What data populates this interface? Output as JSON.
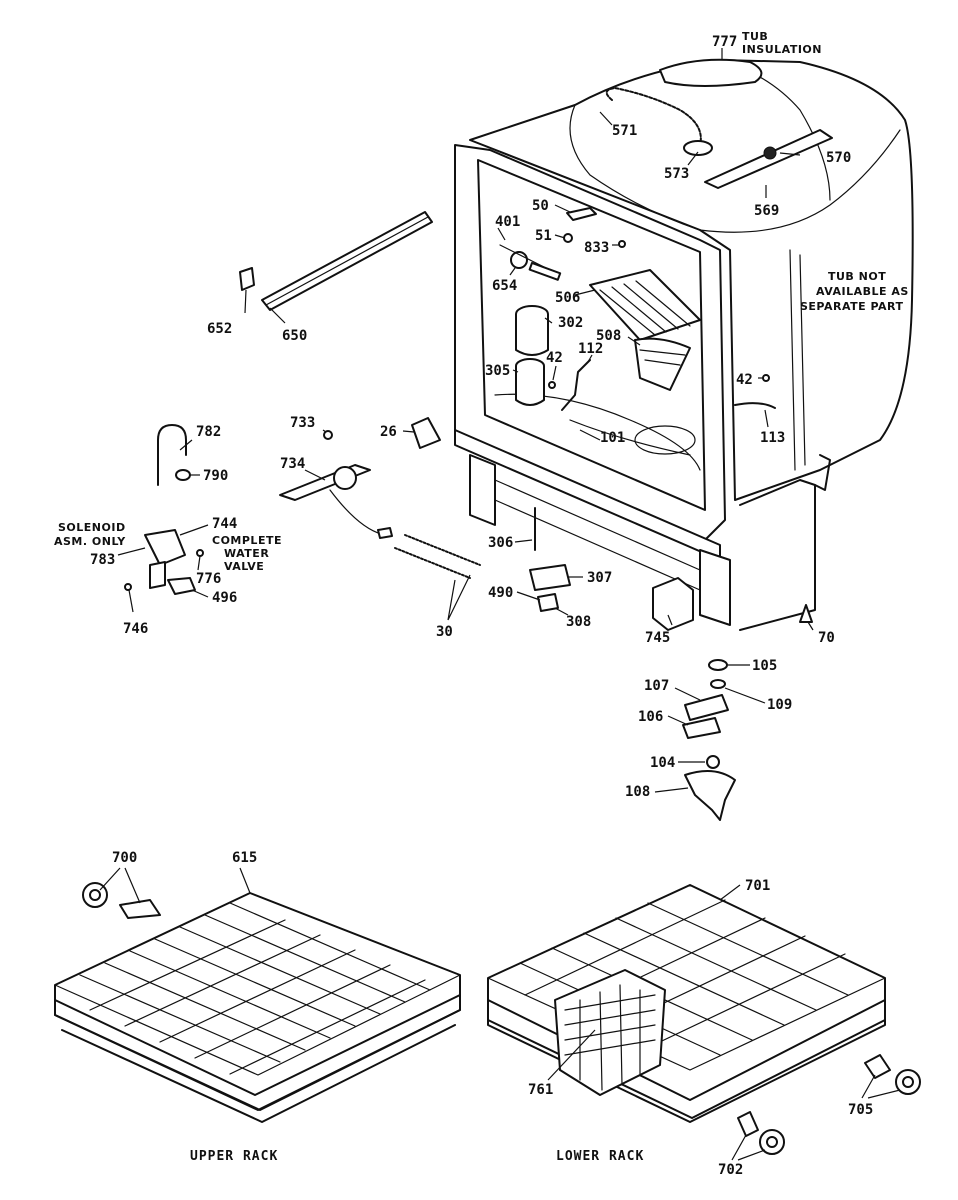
{
  "colors": {
    "ink": "#111111",
    "paper": "#ffffff"
  },
  "callouts": [
    "777",
    "571",
    "573",
    "570",
    "569",
    "50",
    "401",
    "51",
    "833",
    "654",
    "506",
    "302",
    "508",
    "112",
    "42",
    "305",
    "101",
    "42",
    "113",
    "652",
    "650",
    "26",
    "733",
    "782",
    "734",
    "790",
    "744",
    "783",
    "776",
    "496",
    "746",
    "30",
    "306",
    "307",
    "490",
    "308",
    "745",
    "70",
    "105",
    "107",
    "109",
    "106",
    "104",
    "108",
    "700",
    "615",
    "701",
    "761",
    "705",
    "702"
  ],
  "notes": {
    "tub_insulation": [
      "TUB",
      "INSULATION"
    ],
    "tub_not_available": [
      "TUB NOT",
      "AVAILABLE AS",
      "SEPARATE PART"
    ],
    "solenoid": [
      "SOLENOID",
      "ASM. ONLY"
    ],
    "complete_valve": [
      "COMPLETE",
      "WATER",
      "VALVE"
    ]
  },
  "captions": {
    "upper_rack": "UPPER RACK",
    "lower_rack": "LOWER RACK"
  }
}
